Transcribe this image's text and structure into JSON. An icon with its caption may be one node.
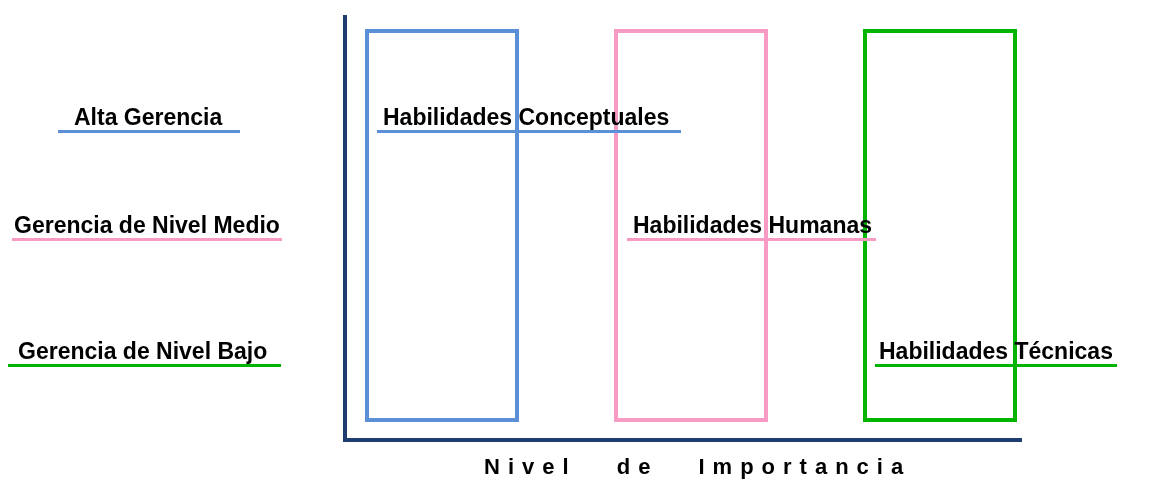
{
  "diagram": {
    "nodes": [
      {
        "text": [],
        "shape": "box"
      },
      {
        "text": [],
        "shape": "box"
      },
      {
        "text": [],
        "shape": "box"
      }
    ],
    "edges": [],
    "labels": [
      "Alta Gerencia",
      "Habilidades Conceptuales",
      "Gerencia de Nivel Medio",
      "Habilidades Humanas",
      "Gerencia de Nivel Bajo",
      "Habilidades Técnicas",
      "Nivel de Importancia"
    ]
  }
}
